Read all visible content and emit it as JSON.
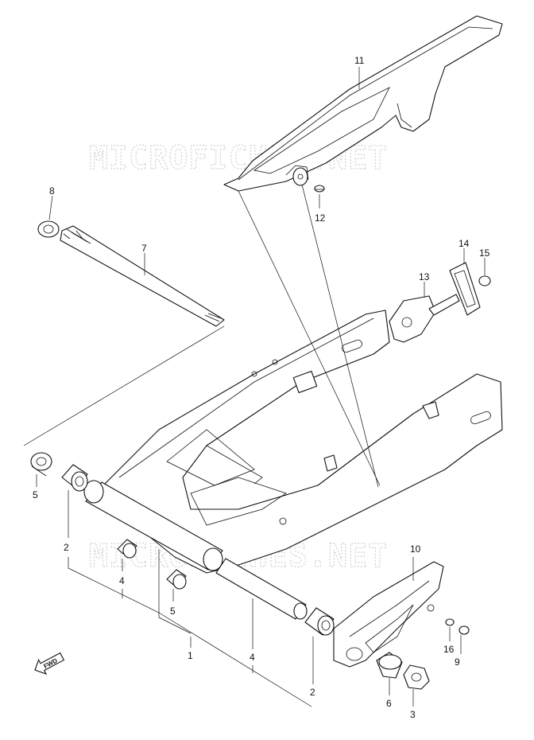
{
  "watermark": "MICROFICHES.NET",
  "direction_label": "FWD",
  "callouts": [
    "1",
    "2",
    "2",
    "3",
    "4",
    "4",
    "5",
    "5",
    "6",
    "7",
    "8",
    "9",
    "10",
    "11",
    "12",
    "13",
    "14",
    "15",
    "16"
  ]
}
